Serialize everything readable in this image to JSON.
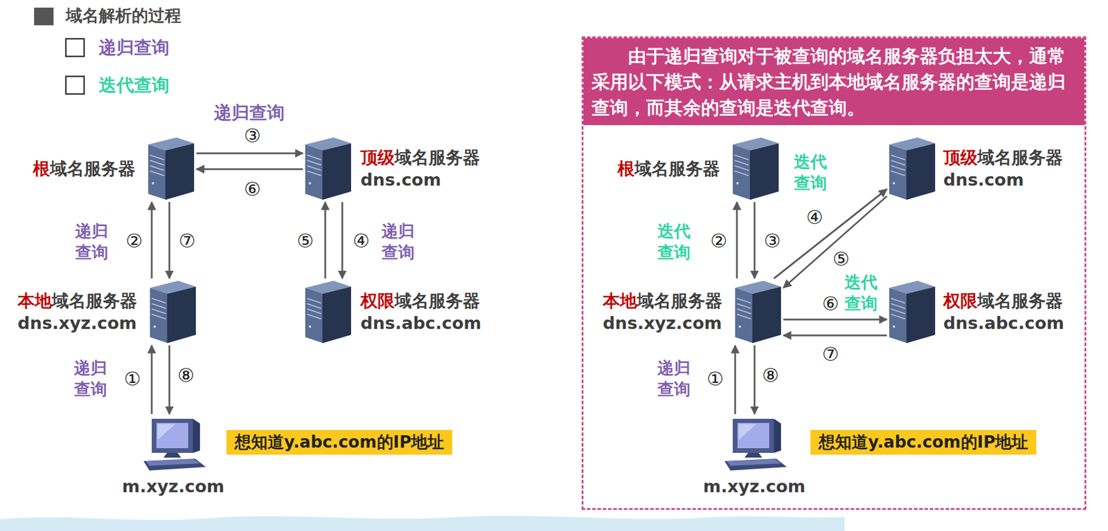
{
  "diagram": {
    "title": "域名解析的过程",
    "nodes": [
      {
        "text": [
          "根",
          "域名服务器"
        ]
      },
      {
        "text": [
          "顶级",
          "域名服务器",
          "dns.com"
        ]
      },
      {
        "text": [
          "本地",
          "域名服务器",
          "dns.xyz.com"
        ]
      },
      {
        "text": [
          "权限",
          "域名服务器",
          "dns.abc.com"
        ]
      },
      {
        "text": [
          "m.xyz.com"
        ]
      },
      {
        "text": [
          "想知道y.abc.com的IP地址"
        ]
      },
      {
        "text": [
          "由于递归查询对于被查询的域名服务器负担太大，通常采用以下模式：从请求主机到本地域名服务器的查询是递归查询，而其余的查询是迭代查询。"
        ]
      },
      {
        "text": [
          "根",
          "域名服务器"
        ],
        "in": 6
      },
      {
        "text": [
          "顶级",
          "域名服务器",
          "dns.com"
        ],
        "in": 6
      },
      {
        "text": [
          "本地",
          "域名服务器",
          "dns.xyz.com"
        ],
        "in": 6
      },
      {
        "text": [
          "权限",
          "域名服务器",
          "dns.abc.com"
        ],
        "in": 6
      },
      {
        "text": [
          "m.xyz.com"
        ],
        "in": 6
      },
      {
        "text": [
          "想知道y.abc.com的IP地址"
        ],
        "in": 6
      }
    ],
    "edges": [
      {
        "from": 4,
        "to": 2,
        "arrow": "to",
        "label": "①"
      },
      {
        "from": 2,
        "to": 0,
        "arrow": "to",
        "label": "②"
      },
      {
        "from": 0,
        "to": 1,
        "arrow": "to",
        "label": "③"
      },
      {
        "from": 1,
        "to": 3,
        "arrow": "to",
        "label": "④"
      },
      {
        "from": 3,
        "to": 1,
        "arrow": "to",
        "label": "⑤"
      },
      {
        "from": 1,
        "to": 0,
        "arrow": "to",
        "label": "⑥"
      },
      {
        "from": 0,
        "to": 2,
        "arrow": "to",
        "label": "⑦"
      },
      {
        "from": 2,
        "to": 4,
        "arrow": "to",
        "label": "⑧"
      },
      {
        "from": 11,
        "to": 9,
        "arrow": "to",
        "label": "①"
      },
      {
        "from": 9,
        "to": 7,
        "arrow": "to",
        "label": "②"
      },
      {
        "from": 7,
        "to": 9,
        "arrow": "to",
        "label": "③"
      },
      {
        "from": 9,
        "to": 8,
        "arrow": "to",
        "label": "④"
      },
      {
        "from": 8,
        "to": 9,
        "arrow": "to",
        "label": "⑤"
      },
      {
        "from": 9,
        "to": 10,
        "arrow": "to",
        "label": "⑥"
      },
      {
        "from": 10,
        "to": 9,
        "arrow": "to",
        "label": "⑦"
      },
      {
        "from": 9,
        "to": 11,
        "arrow": "to",
        "label": "⑧"
      }
    ],
    "labels": [
      "递归查询",
      "迭代查询",
      "递归查询",
      "递归查询",
      "递归查询",
      "递归查询",
      "迭代查询",
      "迭代查询",
      "迭代查询",
      "递归查询"
    ]
  }
}
